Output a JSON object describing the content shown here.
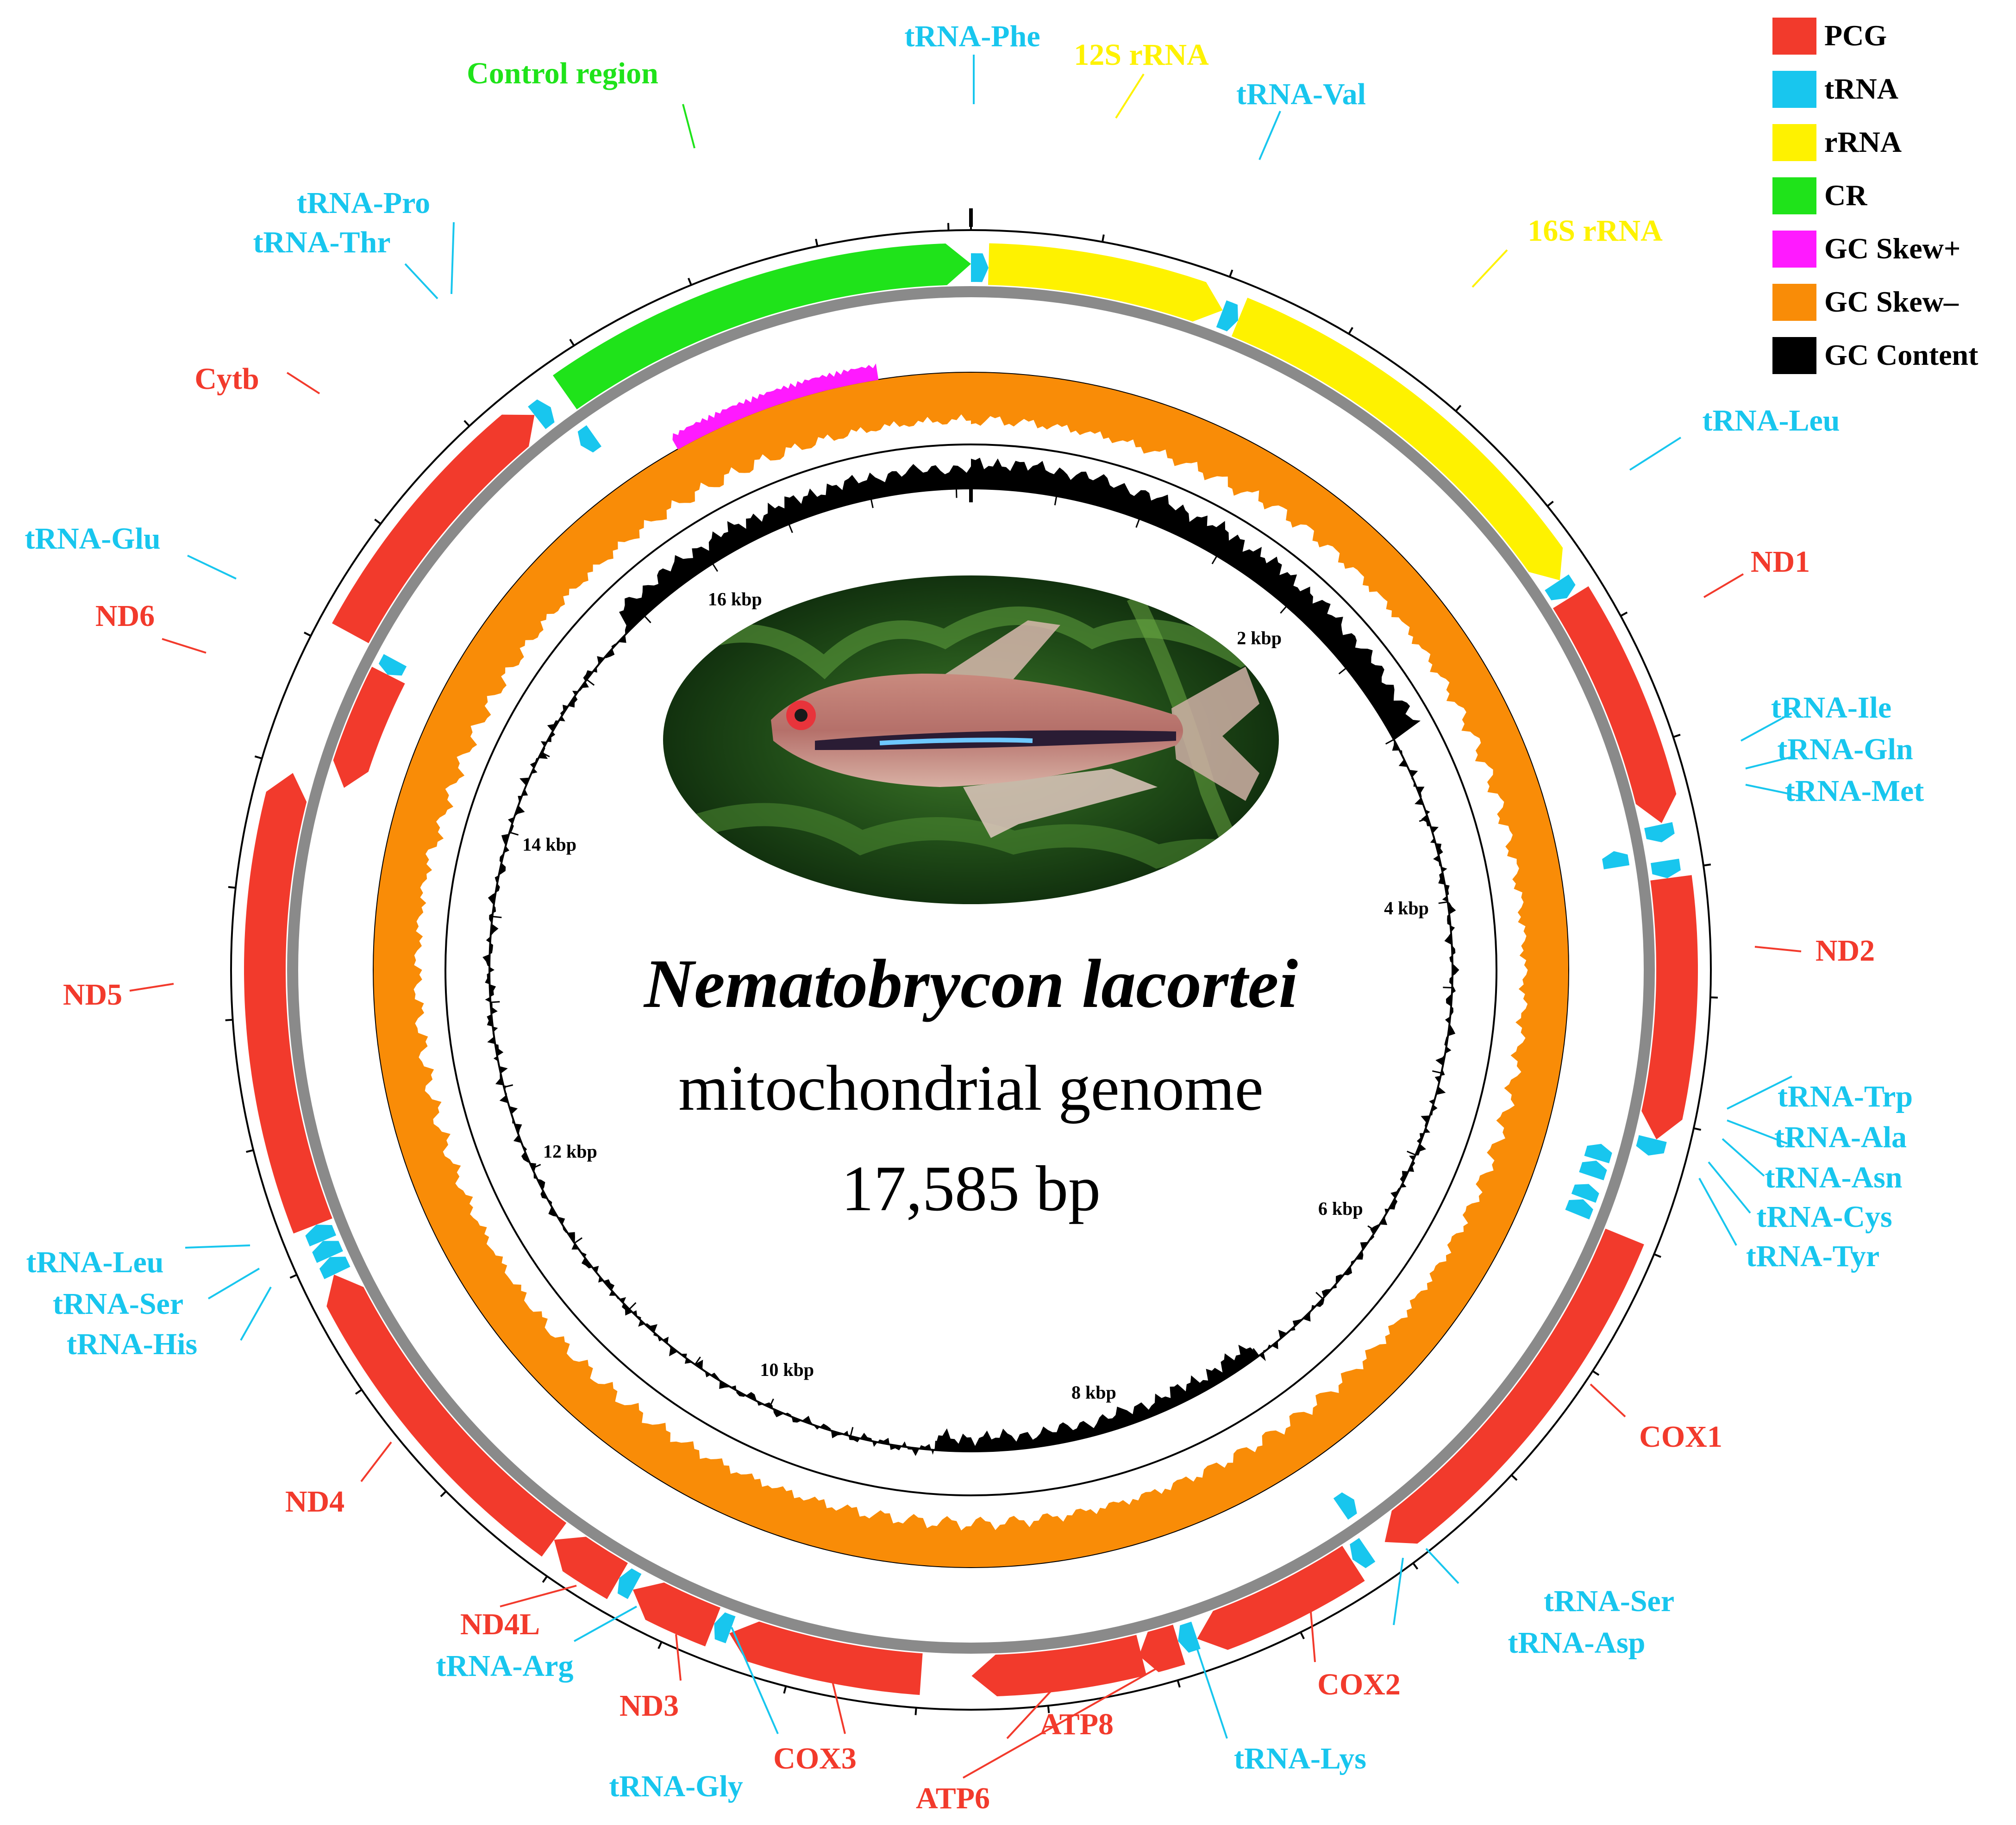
{
  "colors": {
    "PCG": "#f23a2c",
    "tRNA": "#18c6ee",
    "rRNA": "#fef200",
    "CR": "#1fe31a",
    "skew_pos": "#ff1aff",
    "skew_neg": "#f98c07",
    "gc": "#000000",
    "backbone": "#8a8a8a"
  },
  "genome": {
    "species": "Nematobrycon lacortei",
    "subtitle": "mitochondrial genome",
    "length_label": "17,585 bp",
    "length": 17585
  },
  "legend": [
    {
      "key": "PCG",
      "label": "PCG"
    },
    {
      "key": "tRNA",
      "label": "tRNA"
    },
    {
      "key": "rRNA",
      "label": "rRNA"
    },
    {
      "key": "CR",
      "label": "CR"
    },
    {
      "key": "skew_pos",
      "label": "GC Skew+"
    },
    {
      "key": "skew_neg",
      "label": "GC Skew–"
    },
    {
      "key": "gc",
      "label": "GC Content"
    }
  ],
  "scale_labels": [
    "2 kbp",
    "4 kbp",
    "6 kbp",
    "8 kbp",
    "10 kbp",
    "12 kbp",
    "14 kbp",
    "16 kbp"
  ],
  "features": [
    {
      "name": "tRNA-Phe",
      "type": "tRNA",
      "start": 0,
      "end": 70,
      "strand": "+"
    },
    {
      "name": "12S rRNA",
      "type": "rRNA",
      "start": 70,
      "end": 1020,
      "strand": "+"
    },
    {
      "name": "tRNA-Val",
      "type": "tRNA",
      "start": 1020,
      "end": 1092,
      "strand": "+"
    },
    {
      "name": "16S rRNA",
      "type": "rRNA",
      "start": 1092,
      "end": 2760,
      "strand": "+"
    },
    {
      "name": "tRNA-Leu",
      "type": "tRNA",
      "start": 2760,
      "end": 2835,
      "strand": "+"
    },
    {
      "name": "ND1",
      "type": "PCG",
      "start": 2840,
      "end": 3810,
      "strand": "+"
    },
    {
      "name": "tRNA-Ile",
      "type": "tRNA",
      "start": 3815,
      "end": 3885,
      "strand": "+"
    },
    {
      "name": "tRNA-Gln",
      "type": "tRNA",
      "start": 3885,
      "end": 3955,
      "strand": "-"
    },
    {
      "name": "tRNA-Met",
      "type": "tRNA",
      "start": 3960,
      "end": 4030,
      "strand": "+"
    },
    {
      "name": "ND2",
      "type": "PCG",
      "start": 4030,
      "end": 5075,
      "strand": "+"
    },
    {
      "name": "tRNA-Trp",
      "type": "tRNA",
      "start": 5075,
      "end": 5145,
      "strand": "+"
    },
    {
      "name": "tRNA-Ala",
      "type": "tRNA",
      "start": 5150,
      "end": 5220,
      "strand": "-"
    },
    {
      "name": "tRNA-Asn",
      "type": "tRNA",
      "start": 5225,
      "end": 5295,
      "strand": "-"
    },
    {
      "name": "tRNA-Cys",
      "type": "tRNA",
      "start": 5330,
      "end": 5395,
      "strand": "-"
    },
    {
      "name": "tRNA-Tyr",
      "type": "tRNA",
      "start": 5400,
      "end": 5470,
      "strand": "-"
    },
    {
      "name": "COX1",
      "type": "PCG",
      "start": 5480,
      "end": 7040,
      "strand": "+"
    },
    {
      "name": "tRNA-Ser",
      "type": "tRNA",
      "start": 7040,
      "end": 7110,
      "strand": "-"
    },
    {
      "name": "tRNA-Asp",
      "type": "tRNA",
      "start": 7115,
      "end": 7185,
      "strand": "+"
    },
    {
      "name": "COX2",
      "type": "PCG",
      "start": 7190,
      "end": 7880,
      "strand": "+"
    },
    {
      "name": "tRNA-Lys",
      "type": "tRNA",
      "start": 7880,
      "end": 7955,
      "strand": "+"
    },
    {
      "name": "ATP8",
      "type": "PCG",
      "start": 7955,
      "end": 8120,
      "strand": "+"
    },
    {
      "name": "ATP6",
      "type": "PCG",
      "start": 8110,
      "end": 8790,
      "strand": "+"
    },
    {
      "name": "COX3",
      "type": "PCG",
      "start": 8990,
      "end": 9770,
      "strand": "+"
    },
    {
      "name": "tRNA-Gly",
      "type": "tRNA",
      "start": 9770,
      "end": 9840,
      "strand": "+"
    },
    {
      "name": "ND3",
      "type": "PCG",
      "start": 9840,
      "end": 10190,
      "strand": "+"
    },
    {
      "name": "tRNA-Arg",
      "type": "tRNA",
      "start": 10190,
      "end": 10260,
      "strand": "+"
    },
    {
      "name": "ND4L",
      "type": "PCG",
      "start": 10260,
      "end": 10560,
      "strand": "+"
    },
    {
      "name": "ND4",
      "type": "PCG",
      "start": 10560,
      "end": 11940,
      "strand": "+"
    },
    {
      "name": "tRNA-His",
      "type": "tRNA",
      "start": 11940,
      "end": 12010,
      "strand": "+"
    },
    {
      "name": "tRNA-Ser",
      "type": "tRNA",
      "start": 12010,
      "end": 12080,
      "strand": "+"
    },
    {
      "name": "tRNA-Leu",
      "type": "tRNA",
      "start": 12080,
      "end": 12150,
      "strand": "+"
    },
    {
      "name": "ND5",
      "type": "PCG",
      "start": 12150,
      "end": 13980,
      "strand": "+"
    },
    {
      "name": "ND6",
      "type": "PCG",
      "start": 13980,
      "end": 14500,
      "strand": "-"
    },
    {
      "name": "tRNA-Glu",
      "type": "tRNA",
      "start": 14500,
      "end": 14570,
      "strand": "-"
    },
    {
      "name": "Cytb",
      "type": "PCG",
      "start": 14580,
      "end": 15720,
      "strand": "+"
    },
    {
      "name": "tRNA-Thr",
      "type": "tRNA",
      "start": 15720,
      "end": 15790,
      "strand": "+"
    },
    {
      "name": "tRNA-Pro",
      "type": "tRNA",
      "start": 15795,
      "end": 15865,
      "strand": "-"
    },
    {
      "name": "Control region",
      "type": "CR",
      "start": 15870,
      "end": 17585,
      "strand": "+"
    }
  ],
  "labels": [
    {
      "text": "tRNA-Phe",
      "type": "tRNA"
    },
    {
      "text": "12S rRNA",
      "type": "rRNA"
    },
    {
      "text": "tRNA-Val",
      "type": "tRNA"
    },
    {
      "text": "16S rRNA",
      "type": "rRNA"
    },
    {
      "text": "tRNA-Leu",
      "type": "tRNA"
    },
    {
      "text": "ND1",
      "type": "PCG"
    },
    {
      "text": "tRNA-Ile",
      "type": "tRNA"
    },
    {
      "text": "tRNA-Gln",
      "type": "tRNA"
    },
    {
      "text": "tRNA-Met",
      "type": "tRNA"
    },
    {
      "text": "ND2",
      "type": "PCG"
    },
    {
      "text": "tRNA-Trp",
      "type": "tRNA"
    },
    {
      "text": "tRNA-Ala",
      "type": "tRNA"
    },
    {
      "text": "tRNA-Asn",
      "type": "tRNA"
    },
    {
      "text": "tRNA-Cys",
      "type": "tRNA"
    },
    {
      "text": "tRNA-Tyr",
      "type": "tRNA"
    },
    {
      "text": "COX1",
      "type": "PCG"
    },
    {
      "text": "tRNA-Ser",
      "type": "tRNA"
    },
    {
      "text": "tRNA-Asp",
      "type": "tRNA"
    },
    {
      "text": "COX2",
      "type": "PCG"
    },
    {
      "text": "tRNA-Lys",
      "type": "tRNA"
    },
    {
      "text": "ATP8",
      "type": "PCG"
    },
    {
      "text": "ATP6",
      "type": "PCG"
    },
    {
      "text": "COX3",
      "type": "PCG"
    },
    {
      "text": "tRNA-Gly",
      "type": "tRNA"
    },
    {
      "text": "ND3",
      "type": "PCG"
    },
    {
      "text": "tRNA-Arg",
      "type": "tRNA"
    },
    {
      "text": "ND4L",
      "type": "PCG"
    },
    {
      "text": "ND4",
      "type": "PCG"
    },
    {
      "text": "tRNA-His",
      "type": "tRNA"
    },
    {
      "text": "tRNA-Ser",
      "type": "tRNA"
    },
    {
      "text": "tRNA-Leu",
      "type": "tRNA"
    },
    {
      "text": "ND5",
      "type": "PCG"
    },
    {
      "text": "ND6",
      "type": "PCG"
    },
    {
      "text": "tRNA-Glu",
      "type": "tRNA"
    },
    {
      "text": "Cytb",
      "type": "PCG"
    },
    {
      "text": "tRNA-Thr",
      "type": "tRNA"
    },
    {
      "text": "tRNA-Pro",
      "type": "tRNA"
    },
    {
      "text": "Control region",
      "type": "CR"
    }
  ]
}
